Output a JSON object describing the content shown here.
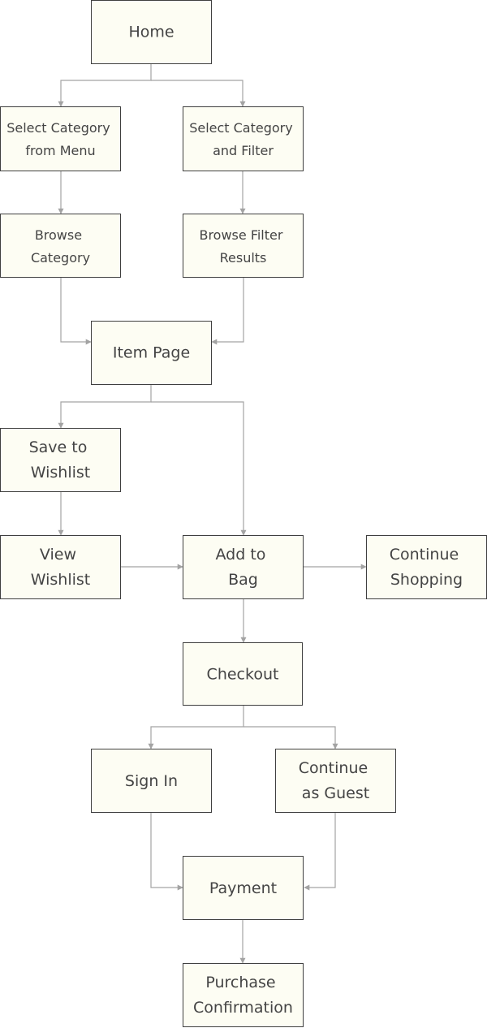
{
  "nodes": [
    {
      "id": "home",
      "lines": [
        "Home"
      ]
    },
    {
      "id": "select-category-menu",
      "lines": [
        "Select Category",
        "from Menu"
      ]
    },
    {
      "id": "select-category-filter",
      "lines": [
        "Select Category",
        "and Filter"
      ]
    },
    {
      "id": "browse-category",
      "lines": [
        "Browse",
        "Category"
      ]
    },
    {
      "id": "browse-filter-results",
      "lines": [
        "Browse Filter",
        "Results"
      ]
    },
    {
      "id": "item-page",
      "lines": [
        "Item Page"
      ]
    },
    {
      "id": "save-to-wishlist",
      "lines": [
        "Save to",
        "Wishlist"
      ]
    },
    {
      "id": "view-wishlist",
      "lines": [
        "View",
        "Wishlist"
      ]
    },
    {
      "id": "add-to-bag",
      "lines": [
        "Add to",
        "Bag"
      ]
    },
    {
      "id": "continue-shopping",
      "lines": [
        "Continue",
        "Shopping"
      ]
    },
    {
      "id": "checkout",
      "lines": [
        "Checkout"
      ]
    },
    {
      "id": "sign-in",
      "lines": [
        "Sign In"
      ]
    },
    {
      "id": "continue-as-guest",
      "lines": [
        "Continue",
        "as Guest"
      ]
    },
    {
      "id": "payment",
      "lines": [
        "Payment"
      ]
    },
    {
      "id": "purchase-confirmation",
      "lines": [
        "Purchase",
        "Confirmation"
      ]
    }
  ],
  "edges": [
    {
      "from": "home",
      "to": "select-category-menu"
    },
    {
      "from": "home",
      "to": "select-category-filter"
    },
    {
      "from": "select-category-menu",
      "to": "browse-category"
    },
    {
      "from": "select-category-filter",
      "to": "browse-filter-results"
    },
    {
      "from": "browse-category",
      "to": "item-page"
    },
    {
      "from": "browse-filter-results",
      "to": "item-page"
    },
    {
      "from": "item-page",
      "to": "save-to-wishlist"
    },
    {
      "from": "item-page",
      "to": "add-to-bag"
    },
    {
      "from": "save-to-wishlist",
      "to": "view-wishlist"
    },
    {
      "from": "view-wishlist",
      "to": "add-to-bag"
    },
    {
      "from": "add-to-bag",
      "to": "continue-shopping"
    },
    {
      "from": "add-to-bag",
      "to": "checkout"
    },
    {
      "from": "checkout",
      "to": "sign-in"
    },
    {
      "from": "checkout",
      "to": "continue-as-guest"
    },
    {
      "from": "sign-in",
      "to": "payment"
    },
    {
      "from": "continue-as-guest",
      "to": "payment"
    },
    {
      "from": "payment",
      "to": "purchase-confirmation"
    }
  ],
  "colors": {
    "node_fill": "#fdfdf3",
    "node_border": "#3f3f3f",
    "text": "#444444",
    "edge": "#a3a3a3"
  }
}
